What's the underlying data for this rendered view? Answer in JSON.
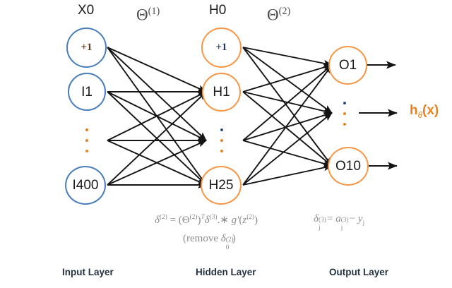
{
  "diagram": {
    "title_labels": {
      "input_group": "X0",
      "hidden_group": "H0",
      "theta1": "Θ",
      "theta1_sup": "(1)",
      "theta2": "Θ",
      "theta2_sup": "(2)"
    },
    "layers": [
      {
        "name": "input",
        "bottom_label": "Input Layer",
        "color": "#4a7ebb",
        "nodes": [
          {
            "id": "x0",
            "label": "+1",
            "kind": "bias"
          },
          {
            "id": "i1",
            "label": "I1",
            "kind": "unit"
          },
          {
            "id": "idots",
            "label": "⋮",
            "kind": "ellipsis"
          },
          {
            "id": "i400",
            "label": "I400",
            "kind": "unit"
          }
        ]
      },
      {
        "name": "hidden",
        "bottom_label": "Hidden Layer",
        "color": "#f79646",
        "nodes": [
          {
            "id": "h0",
            "label": "+1",
            "kind": "bias"
          },
          {
            "id": "h1",
            "label": "H1",
            "kind": "unit"
          },
          {
            "id": "hdots",
            "label": "⋮",
            "kind": "ellipsis"
          },
          {
            "id": "h25",
            "label": "H25",
            "kind": "unit"
          }
        ]
      },
      {
        "name": "output",
        "bottom_label": "Output Layer",
        "color": "#f79646",
        "nodes": [
          {
            "id": "o1",
            "label": "O1",
            "kind": "unit"
          },
          {
            "id": "odots",
            "label": "⋮",
            "kind": "ellipsis"
          },
          {
            "id": "o10",
            "label": "O10",
            "kind": "unit"
          }
        ]
      }
    ],
    "output_expression": {
      "base": "h",
      "subscript": "θ",
      "argument": "(x)"
    },
    "formulas": {
      "delta2": {
        "lhs_sym": "δ",
        "lhs_sup": "(2)",
        "eq": "=",
        "theta_sym": "Θ",
        "theta_sup": "(2)",
        "transpose": "T",
        "delta3_sym": "δ",
        "delta3_sup": "(3)",
        "op": ".∗",
        "g_prime": "g′",
        "z_sym": "z",
        "z_sup": "(2)",
        "plain": "δ(2) = (Θ(2))T δ(3) .* g′(z(2))"
      },
      "remove_note": {
        "open": "(remove",
        "sym": "δ",
        "sub": "0",
        "sup": "(2)",
        "close": ")",
        "plain": "(remove δ₀(2))"
      },
      "delta3": {
        "lhs_sym": "δ",
        "lhs_sub": "j",
        "lhs_sup": "(3)",
        "eq": "=",
        "a_sym": "a",
        "a_sub": "j",
        "a_sup": "(3)",
        "minus": "−",
        "y_sym": "y",
        "y_sub": "j",
        "plain": "δj(3) = aj(3) − yj"
      }
    },
    "colors": {
      "input_stroke": "#4a7ebb",
      "hidden_stroke": "#f79646",
      "output_stroke": "#f79646",
      "edge": "#141414",
      "formula_text": "#8c8c8c",
      "accent_orange": "#e8821e",
      "background": "#ffffff"
    }
  }
}
